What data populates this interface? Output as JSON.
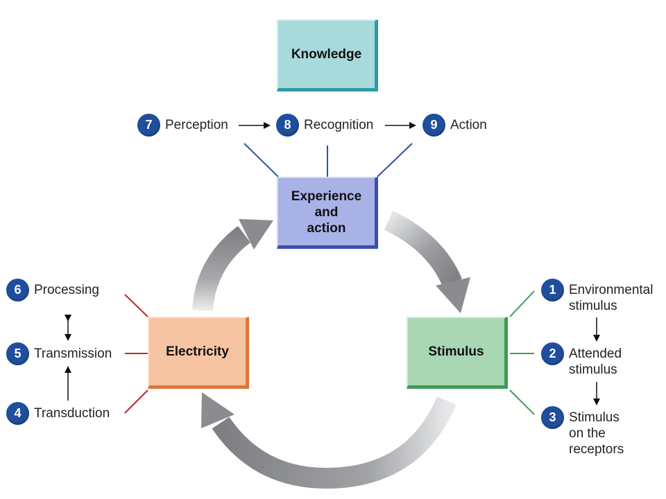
{
  "boxes": {
    "knowledge": "Knowledge",
    "experience": [
      "Experience",
      "and",
      "action"
    ],
    "electricity": "Electricity",
    "stimulus": "Stimulus"
  },
  "steps": [
    {
      "num": "1",
      "lines": [
        "Environmental",
        "stimulus"
      ]
    },
    {
      "num": "2",
      "lines": [
        "Attended",
        "stimulus"
      ]
    },
    {
      "num": "3",
      "lines": [
        "Stimulus",
        "on the",
        "receptors"
      ]
    },
    {
      "num": "4",
      "lines": [
        "Transduction"
      ]
    },
    {
      "num": "5",
      "lines": [
        "Transmission"
      ]
    },
    {
      "num": "6",
      "lines": [
        "Processing"
      ]
    },
    {
      "num": "7",
      "lines": [
        "Perception"
      ]
    },
    {
      "num": "8",
      "lines": [
        "Recognition"
      ]
    },
    {
      "num": "9",
      "lines": [
        "Action"
      ]
    }
  ],
  "colors": {
    "cycle_arrow": "#8a8c8f",
    "badge": "#1f4e9c",
    "experience_connector": "#2f4fa8",
    "stimulus_connector": "#3d9a57",
    "electricity_connector": "#c0262e",
    "small_arrow": "#111111"
  }
}
